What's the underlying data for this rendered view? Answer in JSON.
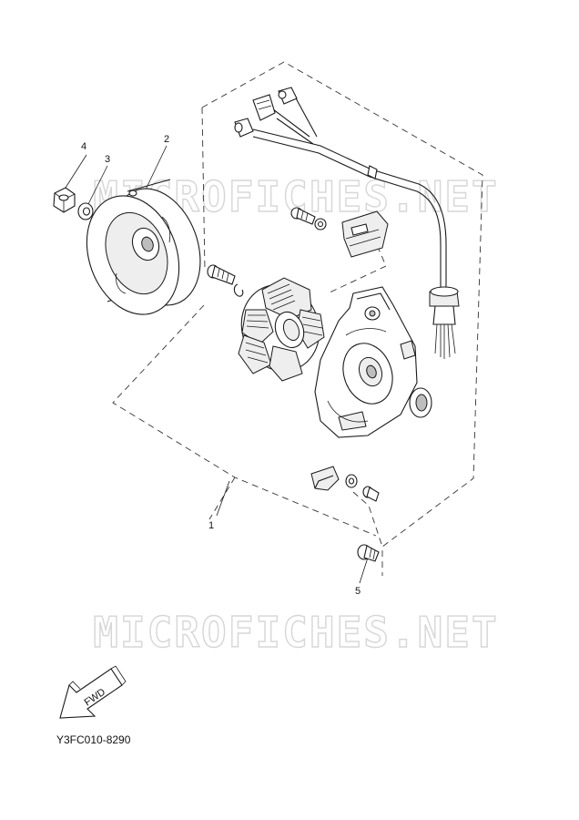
{
  "diagram": {
    "drawing_code": "Y3FC010-8290",
    "watermark_text": "MICROFICHES.NET",
    "direction_label": "FWD",
    "callouts": {
      "c1": "1",
      "c2": "2",
      "c3": "3",
      "c4": "4",
      "c5": "5"
    },
    "icons": [
      "flywheel-rotor-icon",
      "stator-coil-icon",
      "stator-base-plate-icon",
      "oil-seal-icon",
      "wire-harness-icon",
      "screw-icon",
      "washer-icon",
      "nut-icon",
      "clamp-icon",
      "fwd-arrow-icon"
    ]
  }
}
